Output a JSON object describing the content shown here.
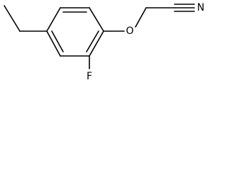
{
  "molecule": {
    "atoms": {
      "oxygen": "O",
      "nitrogen": "N",
      "fluorine": "F"
    },
    "colors": {
      "bond": "#000000",
      "label": "#000000",
      "background": "#ffffff"
    }
  }
}
